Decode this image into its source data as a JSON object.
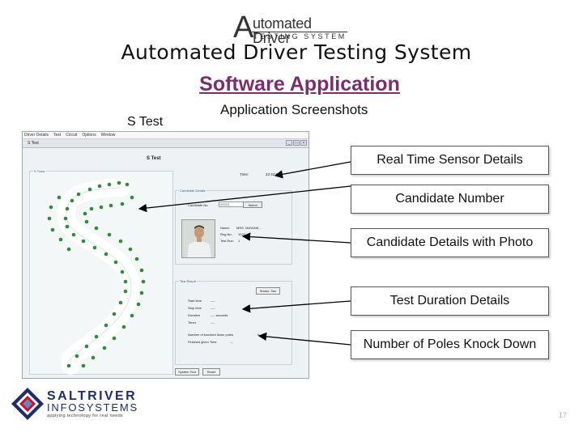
{
  "logo": {
    "letter": "A",
    "rest": "utomated Driver",
    "sub": "TESTING SYSTEM"
  },
  "title": "Automated Driver Testing System",
  "subtitle": "Software Application",
  "s_test_label": "S Test",
  "screenshots_label": "Application Screenshots",
  "window": {
    "menu_items": [
      "Driver Details",
      "Test",
      "Circuit",
      "Options",
      "Window"
    ],
    "title": "S Test",
    "heading": "S Test",
    "track_caption": "S Track",
    "time_label": "Time:",
    "time_value": "22:42:0",
    "candidate_panel_caption": "Candidate Details",
    "candidate_no_label": "Candidate No.",
    "candidate_no_value": "00023",
    "select_label": "Select",
    "name_label": "Name:",
    "name_value": "MRS. MAYANK...",
    "regno_label": "Reg.No:",
    "regno_value": "1023",
    "testrun_label": "Test Run:",
    "testrun_value": "1",
    "test_result_caption": "Test Result",
    "status_btn": "Status: Sav",
    "start_time_label": "Start time",
    "stop_time_label": "Stop time",
    "duration_label": "Duration",
    "timer_label": "Timer",
    "dash_value": "----",
    "duration_value": "---- seconds",
    "poles_label": "Number of knocked down poles",
    "poles_value": "0",
    "finished_label": "Finished given Time",
    "finished_value": "---",
    "system_test_btn": "System Test",
    "reset_btn": "Reset",
    "min_glyph": "_",
    "max_glyph": "□",
    "close_glyph": "×"
  },
  "callouts": [
    "Real Time Sensor Details",
    "Candidate Number",
    "Candidate Details with Photo",
    "Test Duration Details",
    "Number of Poles Knock Down"
  ],
  "footer": {
    "company_name": "SALTRIVER",
    "company_sub": "INFOSYSTEMS",
    "tagline": "applying technology for real needs"
  },
  "page_number": "17",
  "colors": {
    "subtitle": "#7a2e6e",
    "brand_blue": "#1e2e6a",
    "sensor_green": "#2e8b3a",
    "logo_red": "#c8102e"
  }
}
